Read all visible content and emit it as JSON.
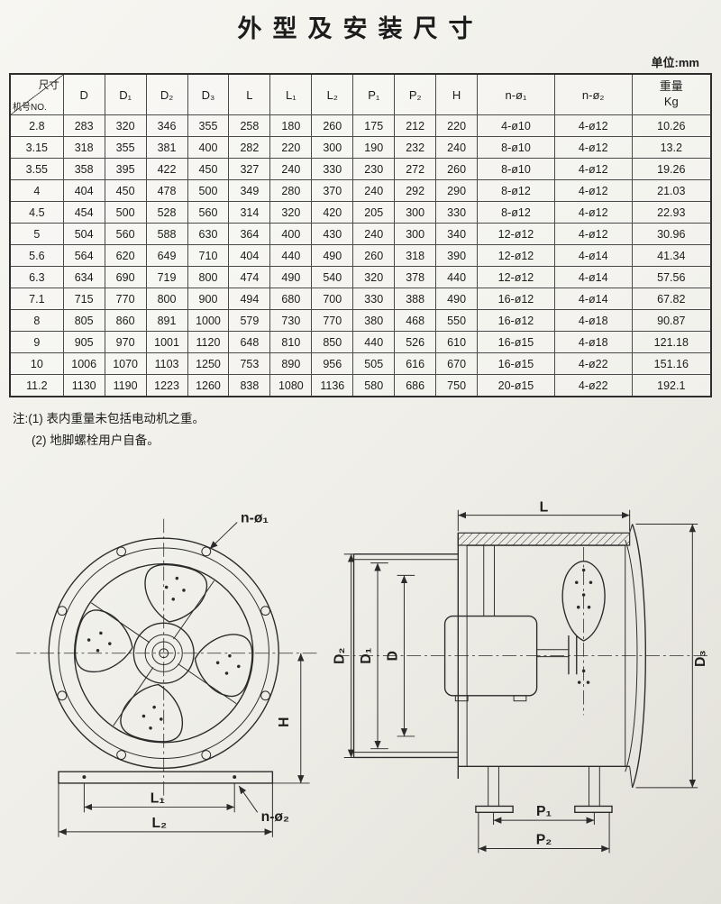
{
  "page": {
    "title": "外型及安装尺寸",
    "units_label": "单位:mm"
  },
  "table": {
    "corner": {
      "top": "尺寸",
      "bottom": "机号NO."
    },
    "columns": [
      "D",
      "D₁",
      "D₂",
      "D₃",
      "L",
      "L₁",
      "L₂",
      "P₁",
      "P₂",
      "H",
      "n-ø₁",
      "n-ø₂"
    ],
    "weight_header": {
      "line1": "重量",
      "line2": "Kg"
    },
    "rows": [
      [
        "2.8",
        "283",
        "320",
        "346",
        "355",
        "258",
        "180",
        "260",
        "175",
        "212",
        "220",
        "4-ø10",
        "4-ø12",
        "10.26"
      ],
      [
        "3.15",
        "318",
        "355",
        "381",
        "400",
        "282",
        "220",
        "300",
        "190",
        "232",
        "240",
        "8-ø10",
        "4-ø12",
        "13.2"
      ],
      [
        "3.55",
        "358",
        "395",
        "422",
        "450",
        "327",
        "240",
        "330",
        "230",
        "272",
        "260",
        "8-ø10",
        "4-ø12",
        "19.26"
      ],
      [
        "4",
        "404",
        "450",
        "478",
        "500",
        "349",
        "280",
        "370",
        "240",
        "292",
        "290",
        "8-ø12",
        "4-ø12",
        "21.03"
      ],
      [
        "4.5",
        "454",
        "500",
        "528",
        "560",
        "314",
        "320",
        "420",
        "205",
        "300",
        "330",
        "8-ø12",
        "4-ø12",
        "22.93"
      ],
      [
        "5",
        "504",
        "560",
        "588",
        "630",
        "364",
        "400",
        "430",
        "240",
        "300",
        "340",
        "12-ø12",
        "4-ø12",
        "30.96"
      ],
      [
        "5.6",
        "564",
        "620",
        "649",
        "710",
        "404",
        "440",
        "490",
        "260",
        "318",
        "390",
        "12-ø12",
        "4-ø14",
        "41.34"
      ],
      [
        "6.3",
        "634",
        "690",
        "719",
        "800",
        "474",
        "490",
        "540",
        "320",
        "378",
        "440",
        "12-ø12",
        "4-ø14",
        "57.56"
      ],
      [
        "7.1",
        "715",
        "770",
        "800",
        "900",
        "494",
        "680",
        "700",
        "330",
        "388",
        "490",
        "16-ø12",
        "4-ø14",
        "67.82"
      ],
      [
        "8",
        "805",
        "860",
        "891",
        "1000",
        "579",
        "730",
        "770",
        "380",
        "468",
        "550",
        "16-ø12",
        "4-ø18",
        "90.87"
      ],
      [
        "9",
        "905",
        "970",
        "1001",
        "1120",
        "648",
        "810",
        "850",
        "440",
        "526",
        "610",
        "16-ø15",
        "4-ø18",
        "121.18"
      ],
      [
        "10",
        "1006",
        "1070",
        "1103",
        "1250",
        "753",
        "890",
        "956",
        "505",
        "616",
        "670",
        "16-ø15",
        "4-ø22",
        "151.16"
      ],
      [
        "11.2",
        "1130",
        "1190",
        "1223",
        "1260",
        "838",
        "1080",
        "1136",
        "580",
        "686",
        "750",
        "20-ø15",
        "4-ø22",
        "192.1"
      ]
    ]
  },
  "notes": [
    "注:(1) 表内重量未包括电动机之重。",
    "(2) 地脚螺栓用户自备。"
  ],
  "front_view": {
    "labels": {
      "n_phi1": "n-ø₁",
      "H": "H",
      "L1": "L₁",
      "n_phi2": "n-ø₂",
      "L2": "L₂"
    }
  },
  "side_view": {
    "labels": {
      "L": "L",
      "D2": "D₂",
      "D1": "D₁",
      "D": "D",
      "D3": "D₃",
      "P1": "P₁",
      "P2": "P₂"
    }
  }
}
